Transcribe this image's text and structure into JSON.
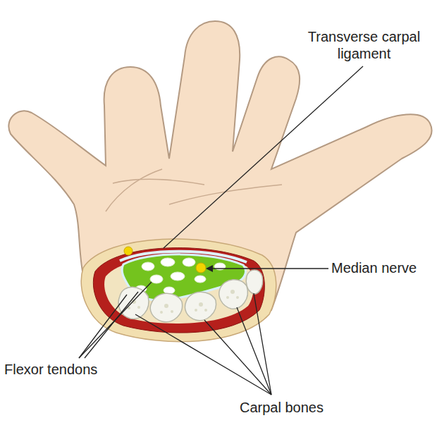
{
  "diagram": {
    "labels": [
      "Transverse carpal ligament",
      "Median nerve",
      "Flexor tendons",
      "Carpal bones"
    ]
  }
}
